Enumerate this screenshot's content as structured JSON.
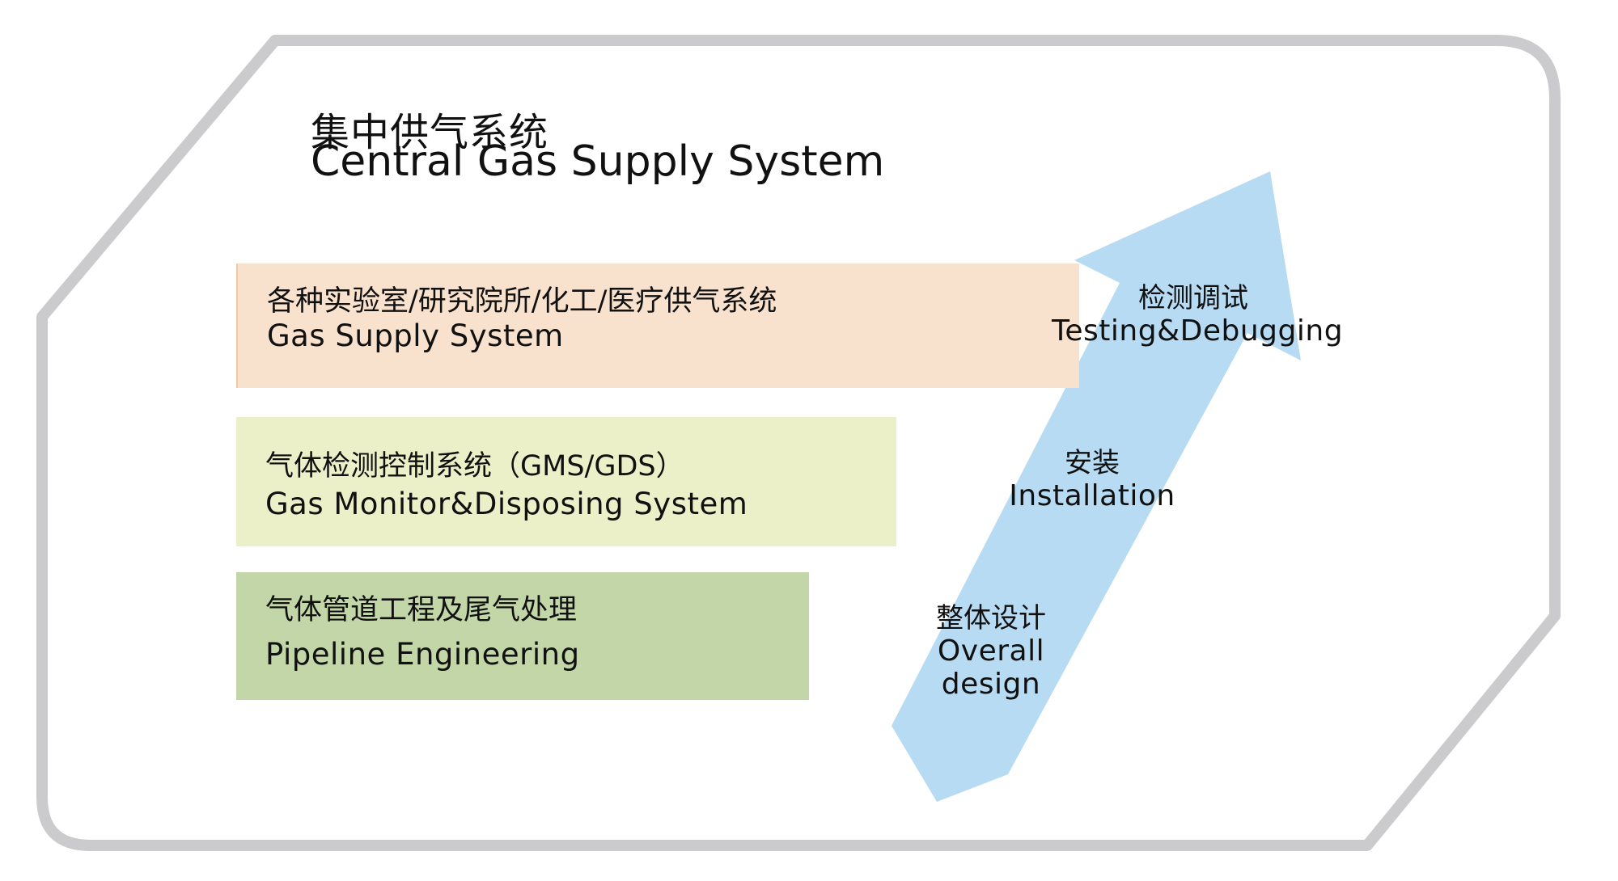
{
  "title": {
    "zh": "集中供气系统",
    "en": "Central Gas Supply System"
  },
  "bands": [
    {
      "zh": "各种实验室/研究院所/化工/医疗供气系统",
      "en": "Gas Supply System",
      "color": "#f8e1cd"
    },
    {
      "zh": "气体检测控制系统（GMS/GDS）",
      "en": "Gas Monitor&Disposing System",
      "color": "#ebf0c8"
    },
    {
      "zh": "气体管道工程及尾气处理",
      "en": "Pipeline Engineering",
      "color": "#c2d6a7"
    }
  ],
  "steps": [
    {
      "zh": "整体设计",
      "en": "Overall design"
    },
    {
      "zh": "安装",
      "en": "Installation"
    },
    {
      "zh": "检测调试",
      "en": "Testing&Debugging"
    }
  ],
  "colors": {
    "frame_border": "#cbcbcd",
    "arrow": "#b7dbf3"
  }
}
